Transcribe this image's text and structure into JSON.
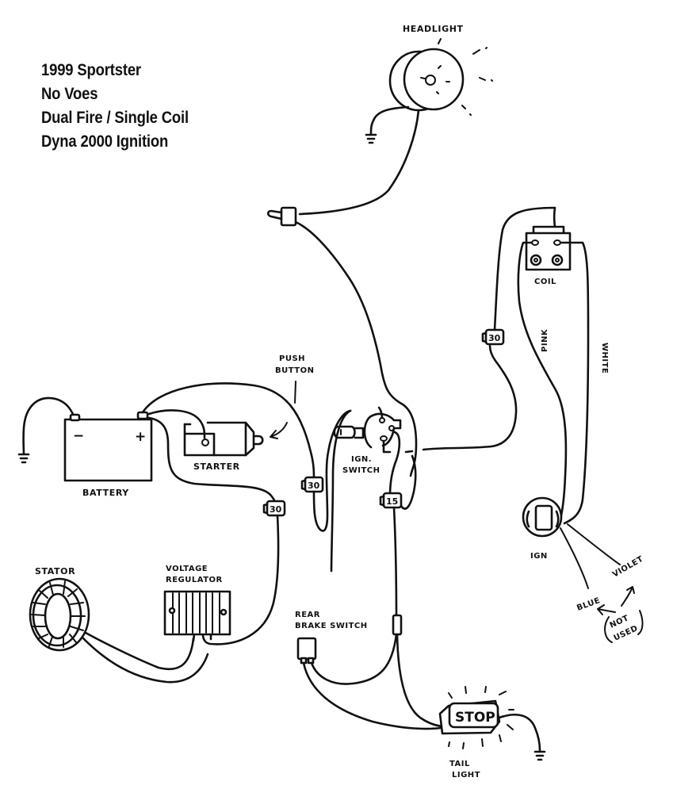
{
  "title": {
    "lines": [
      "1999 Sportster",
      "No Voes",
      "Dual Fire / Single Coil",
      "Dyna 2000 Ignition"
    ]
  },
  "components": {
    "headlight": "HEADLIGHT",
    "push_button": [
      "PUSH",
      "BUTTON"
    ],
    "battery": "BATTERY",
    "battery_neg": "−",
    "battery_pos": "+",
    "starter": "STARTER",
    "ign_switch": [
      "IGN.",
      "SWITCH"
    ],
    "coil": "COIL",
    "ign_module": "IGN",
    "stator": "STATOR",
    "voltage_regulator": [
      "VOLTAGE",
      "REGULATOR"
    ],
    "rear_brake_switch": [
      "REAR",
      "BRAKE SWITCH"
    ],
    "tail_light": [
      "TAIL",
      "LIGHT"
    ],
    "stop_text": "STOP"
  },
  "wire_labels": {
    "pink": "PINK",
    "white": "WHITE",
    "blue": "BLUE",
    "violet": "VIOLET",
    "not_used": [
      "NOT",
      "USED"
    ]
  },
  "connectors": {
    "battery_to_regulator": "30",
    "push_button": "30",
    "ign_switch_out": "15",
    "coil_feed": "30"
  }
}
